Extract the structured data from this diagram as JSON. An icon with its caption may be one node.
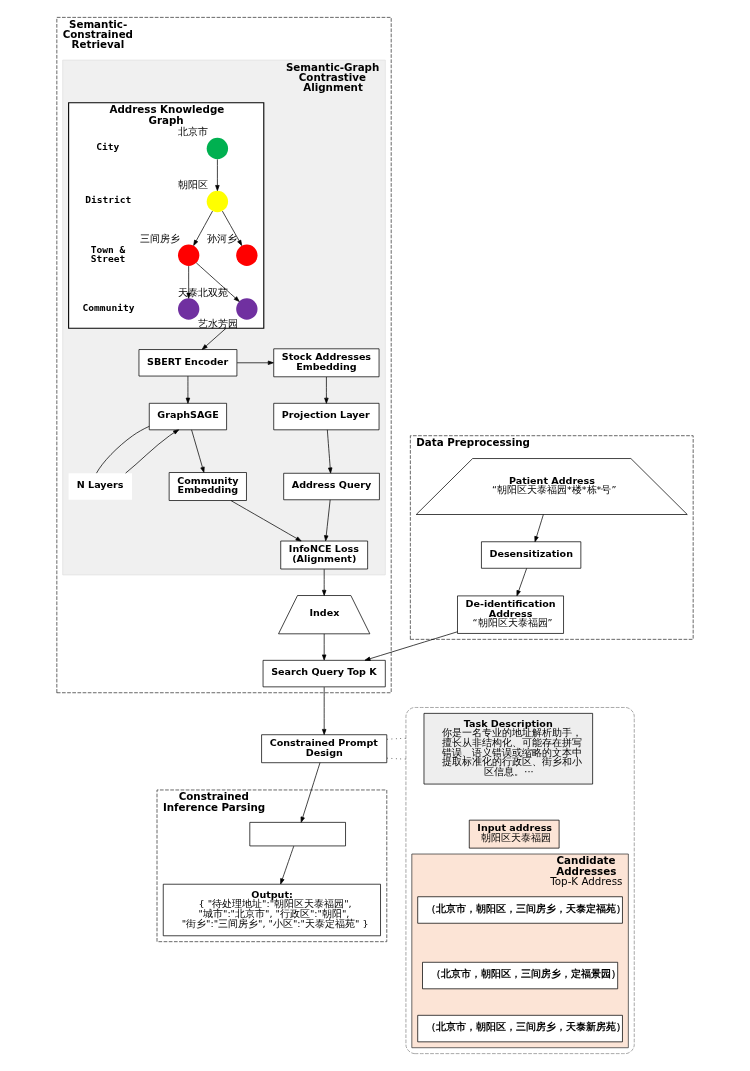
{
  "diagram": {
    "nodes": [
      {
        "text": [
          "Semantic-Constrained Retrieval"
        ]
      },
      {
        "text": [
          "Semantic-Graph Contrastive Alignment"
        ],
        "in": 0
      },
      {
        "text": [
          "Address Knowledge Graph"
        ],
        "in": 1
      },
      {
        "text": [],
        "shape": "circle",
        "in": 2,
        "beside": [
          "北京市"
        ]
      },
      {
        "text": [],
        "shape": "circle",
        "in": 2,
        "beside": [
          "朝阳区"
        ]
      },
      {
        "text": [],
        "shape": "circle",
        "in": 2,
        "beside": [
          "三间房乡"
        ]
      },
      {
        "text": [],
        "shape": "circle",
        "in": 2,
        "beside": [
          "孙河乡"
        ]
      },
      {
        "text": [],
        "shape": "circle",
        "in": 2,
        "beside": [
          "天泰北双苑"
        ]
      },
      {
        "text": [],
        "shape": "circle",
        "in": 2,
        "beside": [
          "艺水芳园"
        ]
      },
      {
        "text": [
          "SBERT Encoder"
        ],
        "in": 1
      },
      {
        "text": [
          "Stock Addresses Embedding"
        ],
        "in": 1
      },
      {
        "text": [
          "GraphSAGE"
        ],
        "in": 1
      },
      {
        "text": [
          "Projection Layer"
        ],
        "in": 1
      },
      {
        "text": [
          "N Layers"
        ],
        "in": 1
      },
      {
        "text": [
          "Community Embedding"
        ],
        "in": 1
      },
      {
        "text": [
          "Address Query"
        ],
        "in": 1
      },
      {
        "text": [
          "InfoNCE Loss (Alignment)"
        ],
        "in": 1
      },
      {
        "text": [
          "Index"
        ],
        "in": 0
      },
      {
        "text": [
          "Search Query Top K"
        ],
        "in": 0
      },
      {
        "text": [
          "Data Preprocessing"
        ]
      },
      {
        "text": [
          "Patient Address",
          "“朝阳区天泰福园*楼*栋*号”"
        ],
        "in": 19
      },
      {
        "text": [
          "Desensitization"
        ],
        "in": 19
      },
      {
        "text": [
          "De-identification Address",
          "“朝阳区天泰福园”"
        ],
        "in": 19
      },
      {
        "text": [
          "Constrained Prompt Design"
        ]
      },
      {
        "text": [],
        "shape": "box"
      },
      {
        "text": [
          "Task Description",
          "你是一名专业的地址解析助手，擅长从非结构化、可能存在拼写错误、语义错误或缩略的文本中提取标准化的行政区、街乡和小区信息。···"
        ],
        "in": 24
      },
      {
        "text": [
          "Input address",
          "朝阳区天泰福园"
        ],
        "in": 24
      },
      {
        "text": [
          "Candidate Addresses",
          "Top-K Address"
        ],
        "in": 24
      },
      {
        "text": [
          "（北京市，朝阳区，三间房乡，天泰定福苑）"
        ],
        "in": 27
      },
      {
        "text": [
          "（北京市，朝阳区，三间房乡，定福景园）"
        ],
        "in": 27
      },
      {
        "text": [
          "（北京市，朝阳区，三间房乡，天泰新房苑）"
        ],
        "in": 27
      },
      {
        "text": [
          "Constrained Inference Parsing"
        ]
      },
      {
        "text": [],
        "shape": "box",
        "in": 31
      },
      {
        "text": [
          "Output:",
          "{ \"待处理地址\":\"朝阳区天泰福园\", \"城市\":\"北京市\", \"行政区\":\"朝阳\", \"街乡\":\"三间房乡\", \"小区\":\"天泰定福苑\" }"
        ],
        "in": 31
      }
    ],
    "edges": [
      {
        "from": 3,
        "to": 4,
        "arrow": "to"
      },
      {
        "from": 4,
        "to": 5,
        "arrow": "to"
      },
      {
        "from": 4,
        "to": 6,
        "arrow": "to"
      },
      {
        "from": 5,
        "to": 7,
        "arrow": "to"
      },
      {
        "from": 5,
        "to": 8,
        "arrow": "to"
      },
      {
        "from": 2,
        "to": 9,
        "arrow": "to"
      },
      {
        "from": 9,
        "to": 10,
        "arrow": "to"
      },
      {
        "from": 9,
        "to": 11,
        "arrow": "to"
      },
      {
        "from": 10,
        "to": 12,
        "arrow": "to"
      },
      {
        "from": 11,
        "to": 13,
        "arrow": "none"
      },
      {
        "from": 13,
        "to": 11,
        "arrow": "to"
      },
      {
        "from": 11,
        "to": 14,
        "arrow": "to"
      },
      {
        "from": 12,
        "to": 15,
        "arrow": "to"
      },
      {
        "from": 14,
        "to": 16,
        "arrow": "to"
      },
      {
        "from": 15,
        "to": 16,
        "arrow": "to"
      },
      {
        "from": 16,
        "to": 17,
        "arrow": "to"
      },
      {
        "from": 17,
        "to": 18,
        "arrow": "to"
      },
      {
        "from": 20,
        "to": 21,
        "arrow": "to"
      },
      {
        "from": 21,
        "to": 22,
        "arrow": "to"
      },
      {
        "from": 22,
        "to": 18,
        "arrow": "to"
      },
      {
        "from": 18,
        "to": 23,
        "arrow": "to"
      },
      {
        "from": 23,
        "to": 24,
        "arrow": "none",
        "style": "dashed"
      },
      {
        "from": 23,
        "to": 24,
        "arrow": "none",
        "style": "dashed"
      },
      {
        "from": 23,
        "to": 32,
        "arrow": "to"
      },
      {
        "from": 32,
        "to": 33,
        "arrow": "to"
      }
    ],
    "labels": [
      "City",
      "District",
      "Town & Street",
      "Community"
    ]
  }
}
